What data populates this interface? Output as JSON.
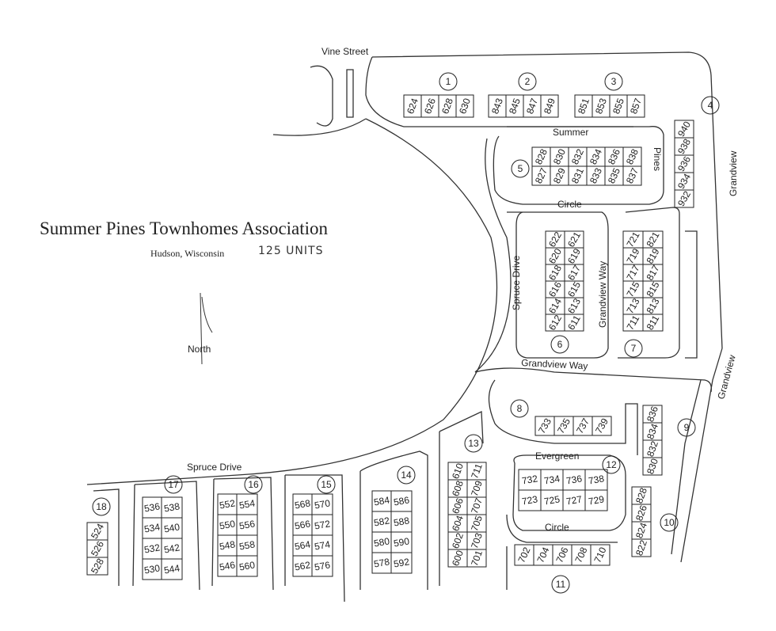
{
  "title": "Summer Pines Townhomes Association",
  "subtitle": "Hudson, Wisconsin",
  "handwritten_note": "125 UNITS",
  "north_label": "North",
  "streets": {
    "vine": "Vine Street",
    "summer": "Summer",
    "pines": "Pines",
    "circle_top": "Circle",
    "spruce_upper": "Spruce Drive",
    "grandview_way_vertical": "Grandview Way",
    "grandview_way": "Grandview Way",
    "grandview_top": "Grandview",
    "grandview_right": "Grandview",
    "spruce_lower": "Spruce Drive",
    "evergreen": "Evergreen",
    "circle_bottom": "Circle"
  },
  "block_numbers": [
    "1",
    "2",
    "3",
    "4",
    "5",
    "6",
    "7",
    "8",
    "9",
    "10",
    "11",
    "12",
    "13",
    "14",
    "15",
    "16",
    "17",
    "18"
  ],
  "units": {
    "b1": [
      "624",
      "626",
      "628",
      "630"
    ],
    "b2": [
      "843",
      "845",
      "847",
      "849"
    ],
    "b3": [
      "851",
      "853",
      "855",
      "857"
    ],
    "b4": [
      "940",
      "938",
      "936",
      "934",
      "932"
    ],
    "b5_top": [
      "828",
      "830",
      "832",
      "834",
      "836",
      "838"
    ],
    "b5_bottom": [
      "827",
      "829",
      "831",
      "833",
      "835",
      "837"
    ],
    "b6_left": [
      "612",
      "614",
      "616",
      "618",
      "620",
      "622"
    ],
    "b6_right": [
      "611",
      "613",
      "615",
      "617",
      "619",
      "621"
    ],
    "b7_left": [
      "711",
      "713",
      "715",
      "717",
      "719",
      "721"
    ],
    "b7_right": [
      "811",
      "813",
      "815",
      "817",
      "819",
      "821"
    ],
    "b8": [
      "733",
      "735",
      "737",
      "739"
    ],
    "b9": [
      "830",
      "832",
      "834",
      "836"
    ],
    "b10": [
      "822",
      "824",
      "826",
      "828"
    ],
    "b11": [
      "702",
      "704",
      "706",
      "708",
      "710"
    ],
    "b12_top": [
      "732",
      "734",
      "736",
      "738"
    ],
    "b12_bottom": [
      "723",
      "725",
      "727",
      "729"
    ],
    "b13_left": [
      "600",
      "602",
      "604",
      "606",
      "608",
      "610"
    ],
    "b13_right": [
      "701",
      "703",
      "705",
      "707",
      "709",
      "711"
    ],
    "b14_left": [
      "578",
      "580",
      "582",
      "584"
    ],
    "b14_right": [
      "592",
      "590",
      "588",
      "586"
    ],
    "b15_left": [
      "562",
      "564",
      "566",
      "568"
    ],
    "b15_right": [
      "576",
      "574",
      "572",
      "570"
    ],
    "b16_left": [
      "546",
      "548",
      "550",
      "552"
    ],
    "b16_right": [
      "560",
      "558",
      "556",
      "554"
    ],
    "b17_left": [
      "530",
      "532",
      "534",
      "536"
    ],
    "b17_right": [
      "544",
      "542",
      "540",
      "538"
    ],
    "b18": [
      "524",
      "526",
      "528"
    ]
  }
}
